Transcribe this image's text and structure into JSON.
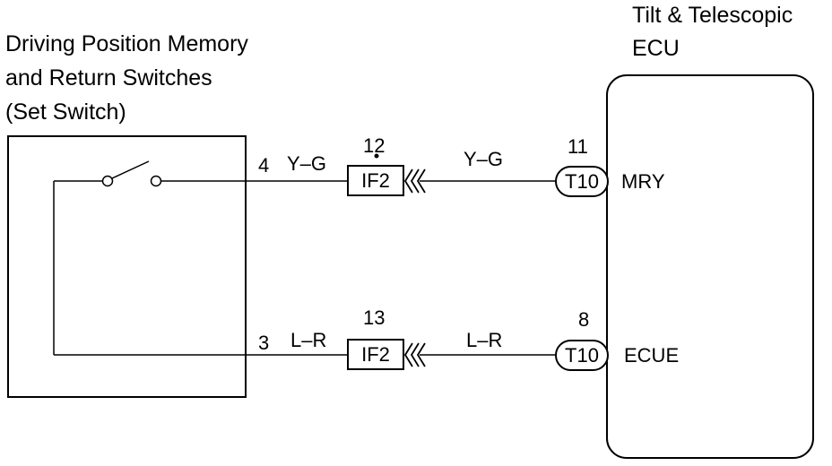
{
  "left_device": {
    "title_lines": [
      "Driving Position Memory",
      "and Return Switches",
      "(Set Switch)"
    ]
  },
  "right_device": {
    "title_lines": [
      "Tilt & Telescopic",
      "ECU"
    ]
  },
  "circuits": [
    {
      "left_pin": "4",
      "wire_color_left": "Y–G",
      "junction_pin": "12",
      "junction_connector": "IF2",
      "wire_color_right": "Y–G",
      "ecu_pin": "11",
      "ecu_connector": "T10",
      "ecu_terminal": "MRY"
    },
    {
      "left_pin": "3",
      "wire_color_left": "L–R",
      "junction_pin": "13",
      "junction_connector": "IF2",
      "wire_color_right": "L–R",
      "ecu_pin": "8",
      "ecu_connector": "T10",
      "ecu_terminal": "ECUE"
    }
  ],
  "colors": {
    "line": "#000000",
    "background": "#ffffff"
  }
}
